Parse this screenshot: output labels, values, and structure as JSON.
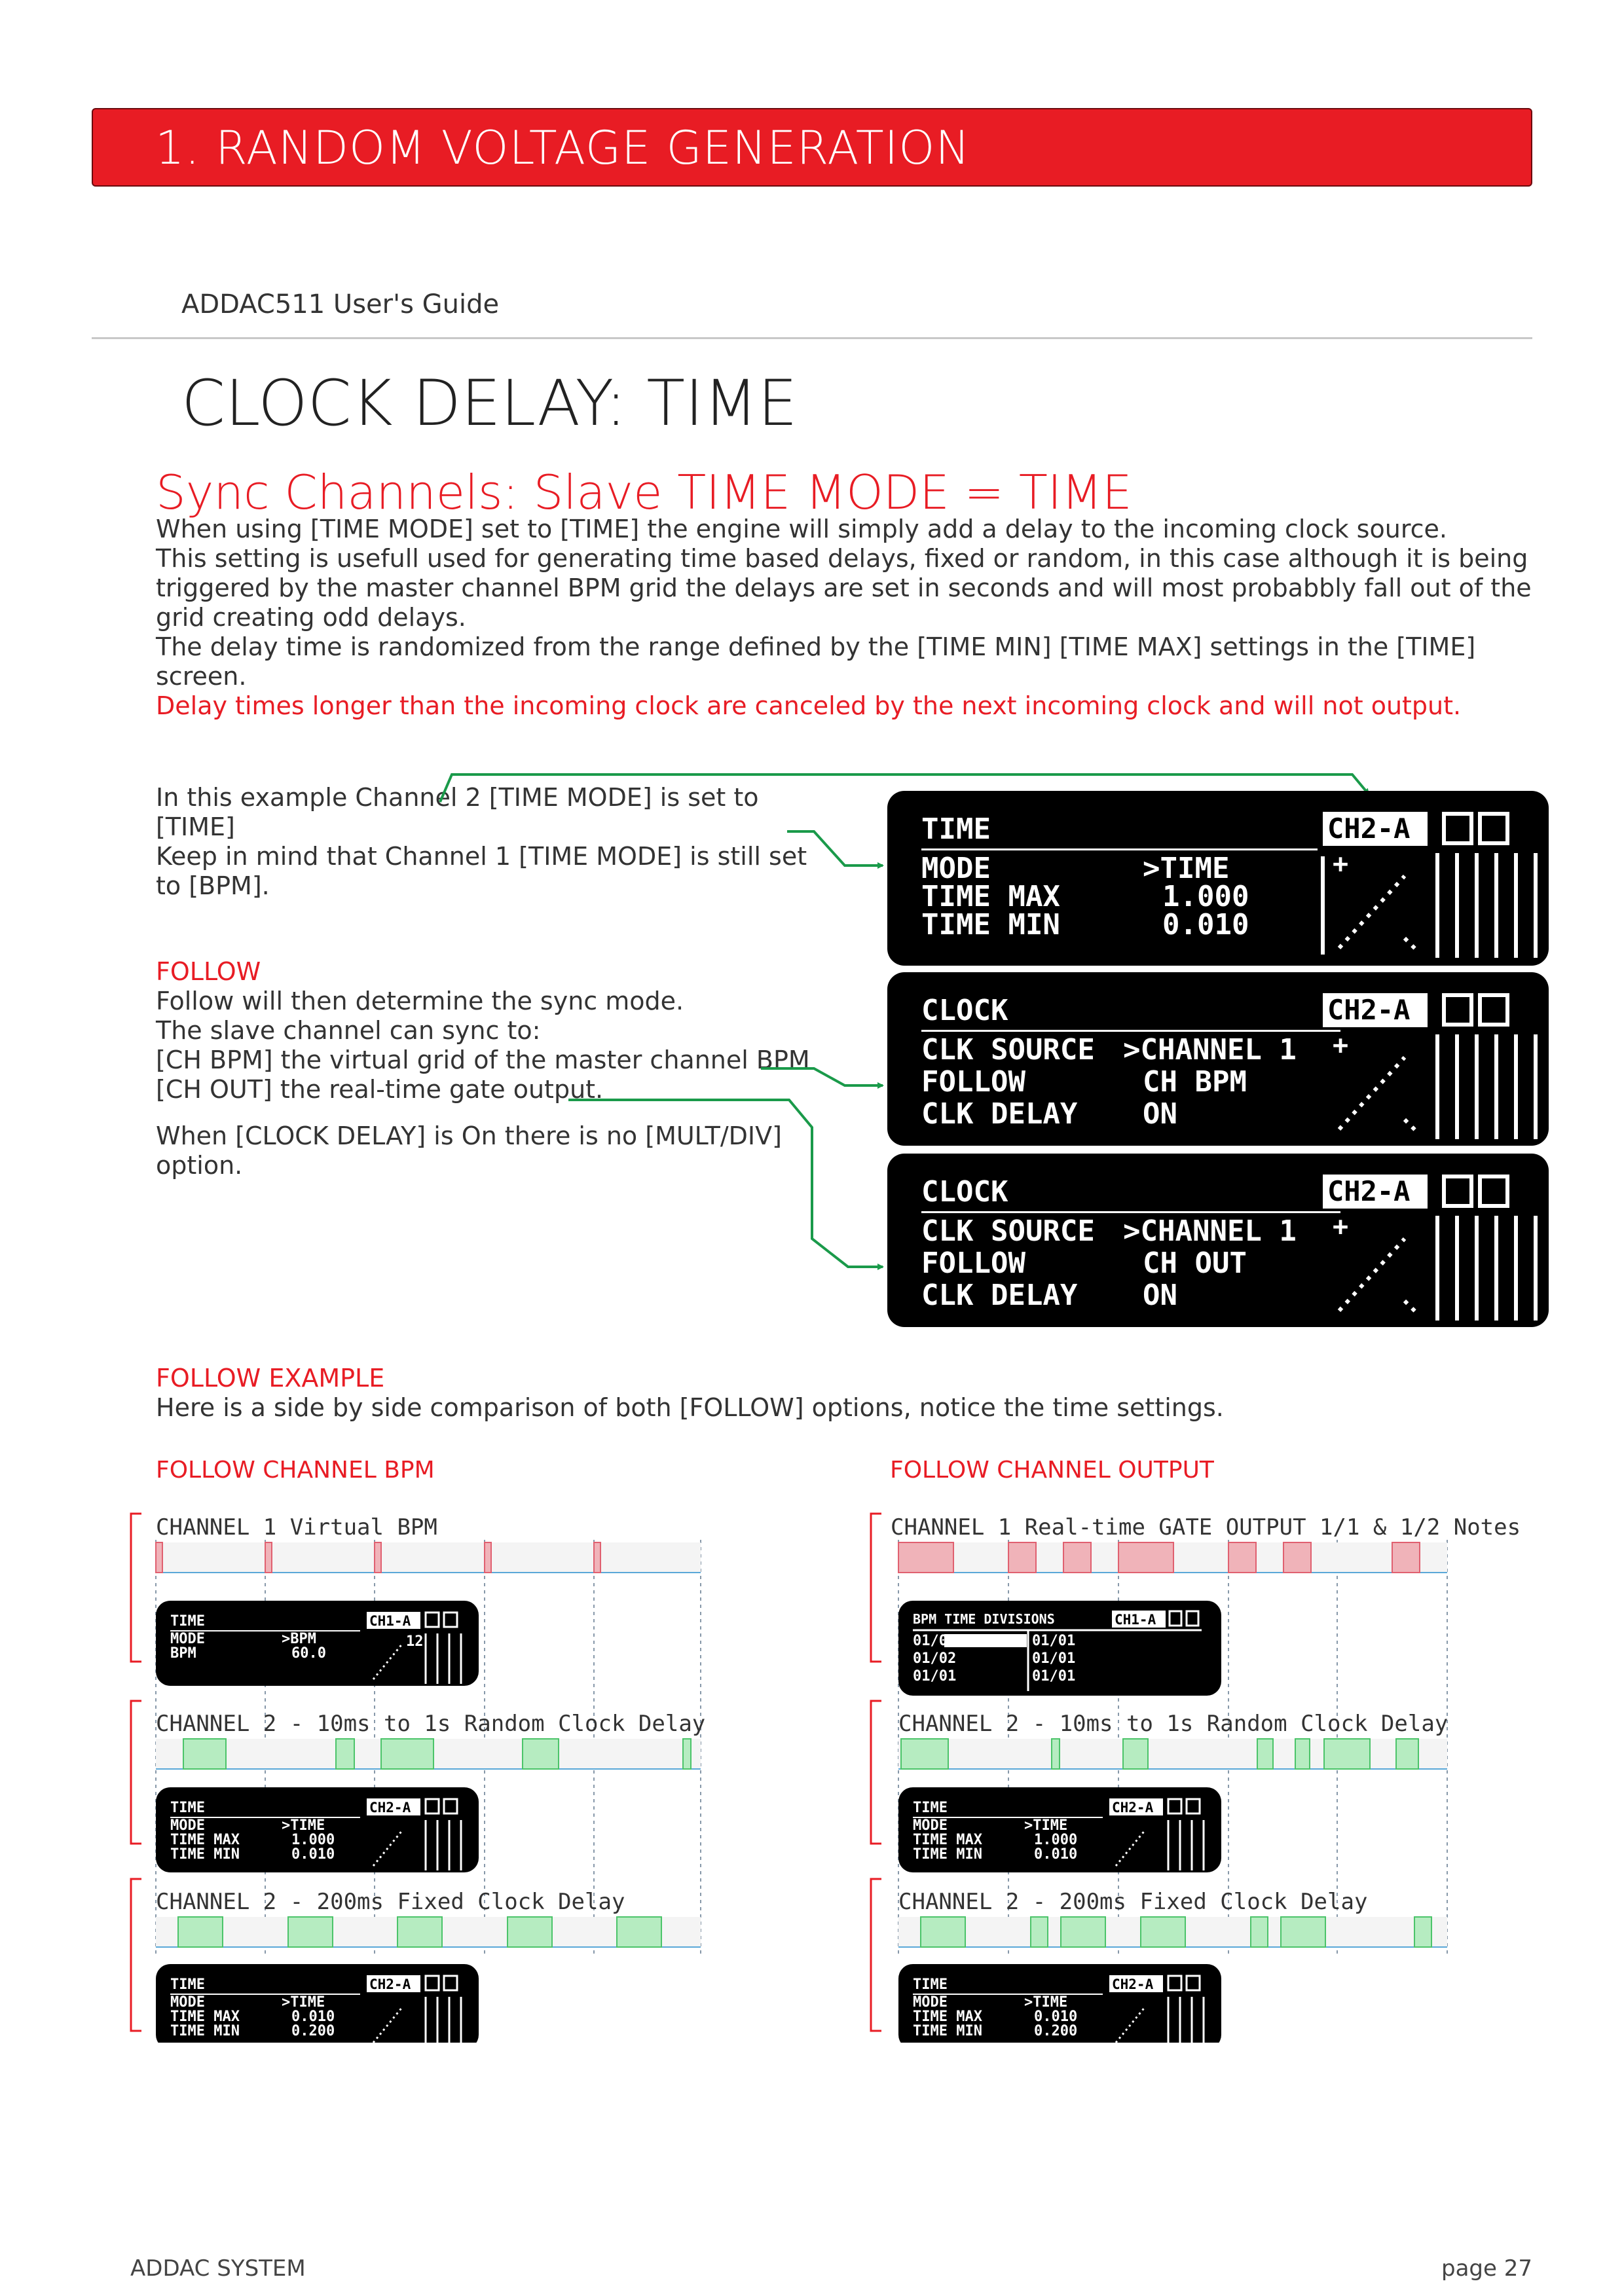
{
  "banner": {
    "title": "1. RANDOM VOLTAGE GENERATION"
  },
  "guide": {
    "label": "ADDAC511 User's Guide"
  },
  "page_title": "CLOCK DELAY: TIME",
  "subtitle": "Sync Channels: Slave TIME MODE = TIME",
  "intro": {
    "p1": "When using [TIME MODE] set to [TIME] the engine will simply add a delay to the incoming clock source.",
    "p2": "This setting is usefull used for generating time based delays, fixed or random, in this case although it is being triggered by the master channel BPM grid the delays are set in seconds and will most probabbly fall out of the grid creating odd delays.",
    "p3": "The delay time is randomized from the range defined by the [TIME MIN] [TIME MAX] settings in the [TIME] screen.",
    "warning": "Delay times longer than the incoming clock are canceled by the next incoming clock and will not output."
  },
  "example": {
    "line1": "In this example Channel 2 [TIME MODE] is set to [TIME]",
    "line2": "Keep in mind that Channel 1 [TIME MODE] is still set to [BPM]."
  },
  "follow": {
    "heading": "FOLLOW",
    "l1": "Follow will then determine the sync mode.",
    "l2": "The slave channel can sync to:",
    "l3": "[CH BPM] the virtual grid of the master channel BPM",
    "l4": "[CH OUT] the real-time gate output.",
    "l5": "When [CLOCK DELAY] is On there is no [MULT/DIV] option."
  },
  "screens": {
    "time": {
      "title": "TIME",
      "badge": "CH2-A",
      "r1k": "MODE",
      "r1v": ">TIME",
      "r2k": "TIME MAX",
      "r2v": "1.000",
      "r3k": "TIME MIN",
      "r3v": "0.010"
    },
    "clock_bpm": {
      "title": "CLOCK",
      "badge": "CH2-A",
      "r1k": "CLK SOURCE",
      "r1v": ">CHANNEL 1",
      "r2k": "FOLLOW",
      "r2v": "CH BPM",
      "r3k": "CLK DELAY",
      "r3v": "ON"
    },
    "clock_out": {
      "title": "CLOCK",
      "badge": "CH2-A",
      "r1k": "CLK SOURCE",
      "r1v": ">CHANNEL 1",
      "r2k": "FOLLOW",
      "r2v": "CH OUT",
      "r3k": "CLK DELAY",
      "r3v": "ON"
    }
  },
  "follow_example": {
    "heading": "FOLLOW EXAMPLE",
    "text": "Here is a side by side comparison of both [FOLLOW] options, notice the time settings.",
    "left_head": "FOLLOW CHANNEL BPM",
    "right_head": "FOLLOW CHANNEL OUTPUT",
    "left": {
      "ch1_label": "CHANNEL 1 Virtual BPM",
      "ch2a_label": "CHANNEL 2 - 10ms to 1s Random Clock Delay",
      "ch2b_label": "CHANNEL 2 - 200ms Fixed Clock Delay",
      "s1": {
        "title": "TIME",
        "badge": "CH1-A",
        "r1k": "MODE",
        "r1v": ">BPM",
        "r2k": "BPM",
        "r2v": "60.0",
        "extra": "12"
      },
      "s2": {
        "title": "TIME",
        "badge": "CH2-A",
        "r1k": "MODE",
        "r1v": ">TIME",
        "r2k": "TIME MAX",
        "r2v": "1.000",
        "r3k": "TIME MIN",
        "r3v": "0.010"
      },
      "s3": {
        "title": "TIME",
        "badge": "CH2-A",
        "r1k": "MODE",
        "r1v": ">TIME",
        "r2k": "TIME MAX",
        "r2v": "0.010",
        "r3k": "TIME MIN",
        "r3v": "0.200"
      }
    },
    "right": {
      "ch1_label": "CHANNEL 1 Real-time GATE OUTPUT  1/1 & 1/2 Notes",
      "ch2a_label": "CHANNEL 2 - 10ms to 1s Random Clock Delay",
      "ch2b_label": "CHANNEL 2 - 200ms Fixed Clock Delay",
      "s1": {
        "title": "BPM TIME DIVISIONS",
        "badge": "CH1-A",
        "rows": [
          [
            "01/01",
            "01/01"
          ],
          [
            "01/02",
            "01/01"
          ],
          [
            "01/01",
            "01/01"
          ]
        ]
      },
      "s2": {
        "title": "TIME",
        "badge": "CH2-A",
        "r1k": "MODE",
        "r1v": ">TIME",
        "r2k": "TIME MAX",
        "r2v": "1.000",
        "r3k": "TIME MIN",
        "r3v": "0.010"
      },
      "s3": {
        "title": "TIME",
        "badge": "CH2-A",
        "r1k": "MODE",
        "r1v": ">TIME",
        "r2k": "TIME MAX",
        "r2v": "0.010",
        "r3k": "TIME MIN",
        "r3v": "0.200"
      }
    }
  },
  "colors": {
    "accent": "#e81c24",
    "arrow": "#1a9a4a",
    "gate_red": "#f0b3b9",
    "gate_green": "#b6ecc1",
    "screen_bg": "#000000"
  },
  "footer": {
    "left": "ADDAC SYSTEM",
    "right": "page 27"
  }
}
